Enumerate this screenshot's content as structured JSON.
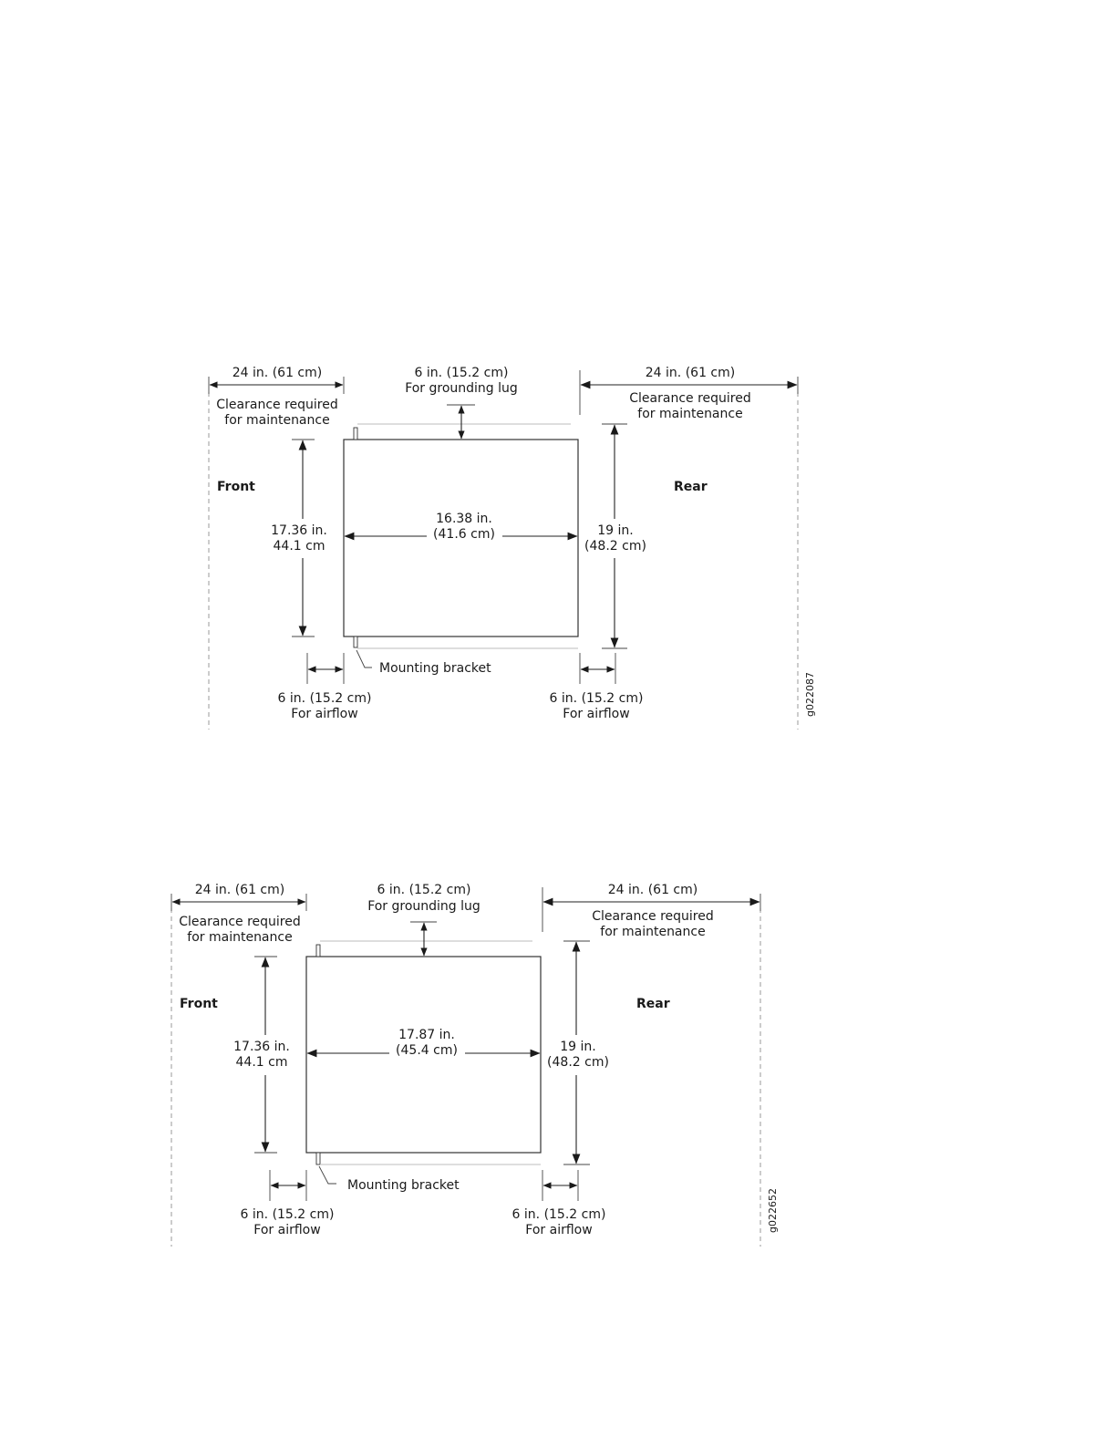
{
  "figures": [
    {
      "figure_id": "g022087",
      "front_label": "Front",
      "rear_label": "Rear",
      "front_clearance": {
        "dimension": "24 in. (61 cm)",
        "line1": "Clearance required",
        "line2": "for maintenance"
      },
      "rear_clearance": {
        "dimension": "24 in. (61 cm)",
        "line1": "Clearance required",
        "line2": "for maintenance"
      },
      "grounding": {
        "dimension": "6 in. (15.2 cm)",
        "note": "For grounding lug"
      },
      "height": {
        "line1": "17.36 in.",
        "line2": "44.1 cm"
      },
      "depth": {
        "line1": "16.38 in.",
        "line2": "(41.6 cm)"
      },
      "width": {
        "line1": "19 in.",
        "line2": "(48.2 cm)"
      },
      "mounting_bracket": "Mounting bracket",
      "front_airflow": {
        "dimension": "6 in. (15.2 cm)",
        "note": "For airflow"
      },
      "rear_airflow": {
        "dimension": "6 in. (15.2 cm)",
        "note": "For airflow"
      }
    },
    {
      "figure_id": "g022652",
      "front_label": "Front",
      "rear_label": "Rear",
      "front_clearance": {
        "dimension": "24 in. (61 cm)",
        "line1": "Clearance required",
        "line2": "for maintenance"
      },
      "rear_clearance": {
        "dimension": "24 in. (61 cm)",
        "line1": "Clearance required",
        "line2": "for maintenance"
      },
      "grounding": {
        "dimension": "6 in. (15.2 cm)",
        "note": "For grounding lug"
      },
      "height": {
        "line1": "17.36 in.",
        "line2": "44.1 cm"
      },
      "depth": {
        "line1": "17.87 in.",
        "line2": "(45.4 cm)"
      },
      "width": {
        "line1": "19 in.",
        "line2": "(48.2 cm)"
      },
      "mounting_bracket": "Mounting bracket",
      "front_airflow": {
        "dimension": "6 in. (15.2 cm)",
        "note": "For airflow"
      },
      "rear_airflow": {
        "dimension": "6 in. (15.2 cm)",
        "note": "For airflow"
      }
    }
  ]
}
